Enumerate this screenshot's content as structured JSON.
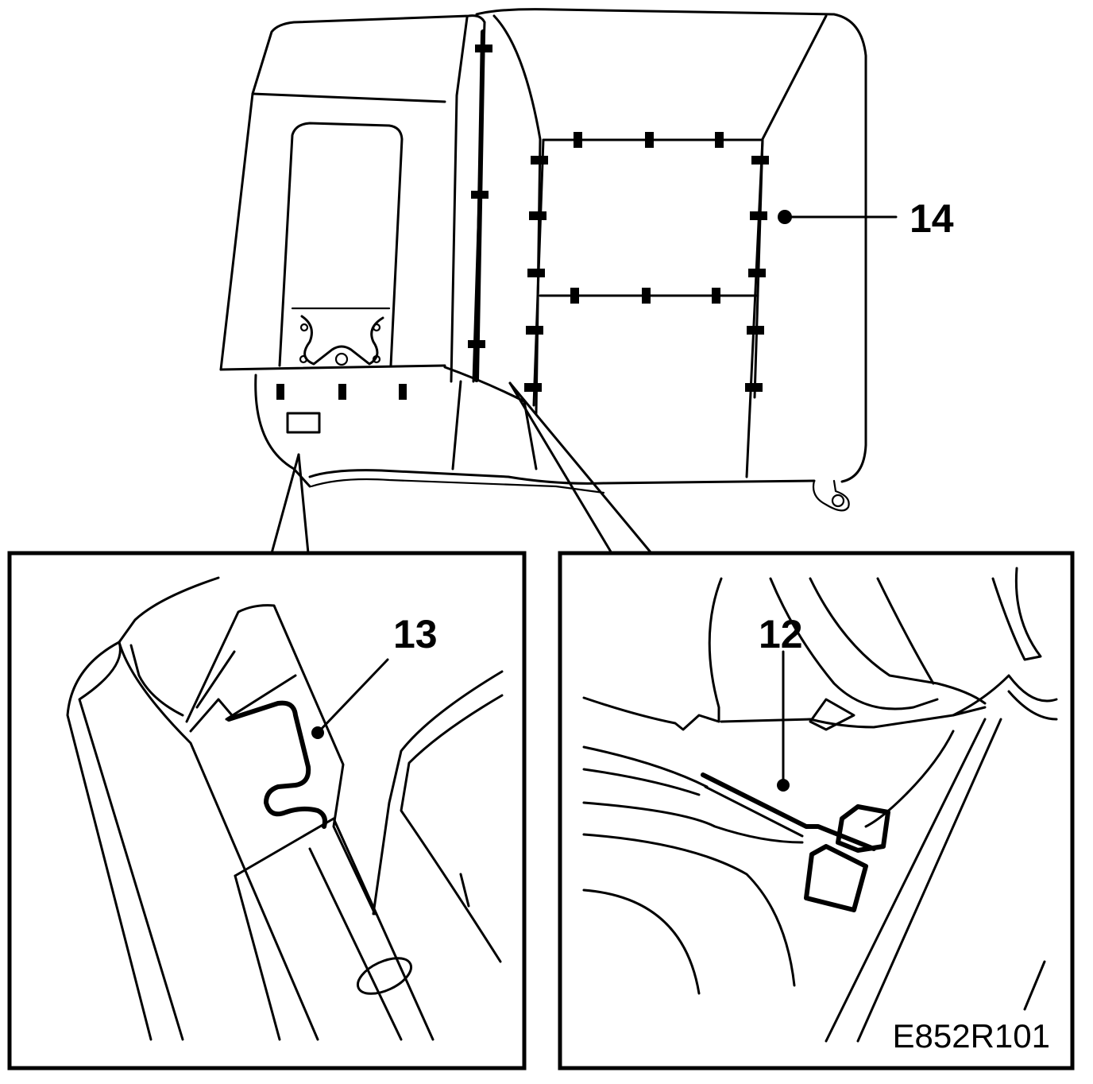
{
  "callouts": {
    "part_12": "12",
    "part_13": "13",
    "part_14": "14"
  },
  "figure_code": "E852R101",
  "colors": {
    "line": "#000000",
    "background": "#ffffff"
  }
}
